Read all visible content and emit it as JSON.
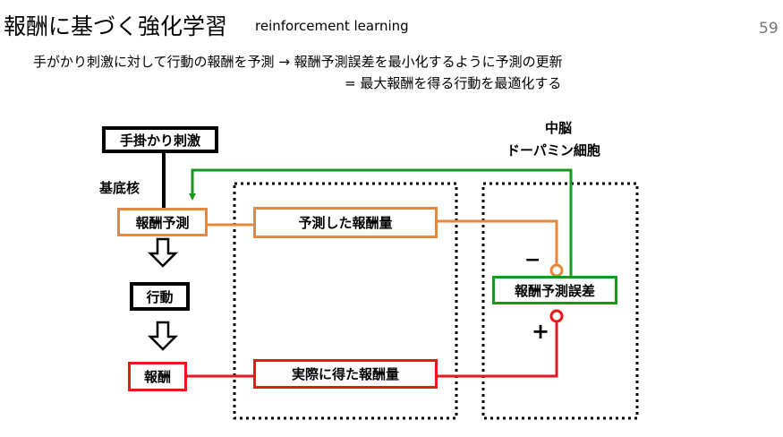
{
  "header": {
    "title": "報酬に基づく強化学習",
    "title_en": "reinforcement learning",
    "page_number": "59"
  },
  "summary": {
    "line1": "手がかり刺激に対して行動の報酬を予測 → 報酬予測誤差を最小化するように予測の更新",
    "line2": "= 最大報酬を得る行動を最適化する"
  },
  "diagram": {
    "cue_stimulus": "手掛かり刺激",
    "basal_ganglia": "基底核",
    "reward_prediction": "報酬予測",
    "action": "行動",
    "reward": "報酬",
    "predicted_reward": "予測した報酬量",
    "actual_reward": "実際に得た報酬量",
    "midbrain": "中脳",
    "dopamine_cells": "ドーパミン細胞",
    "prediction_error": "報酬予測誤差",
    "minus_sign": "−",
    "plus_sign": "+",
    "colors": {
      "orange": "#e8873a",
      "red": "#e8171c",
      "green": "#159a1b",
      "black": "#000000"
    }
  }
}
